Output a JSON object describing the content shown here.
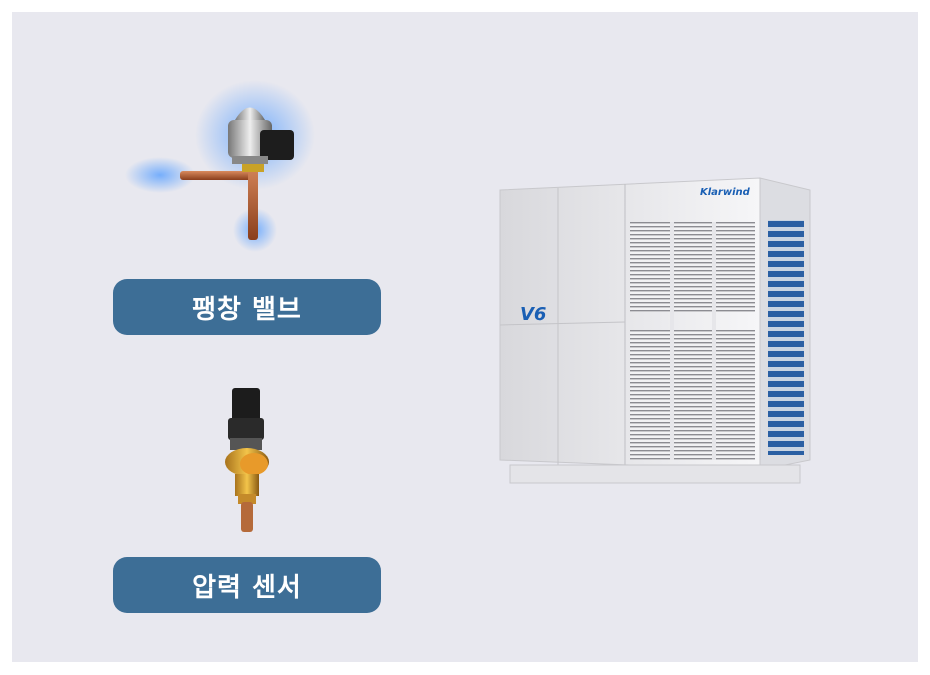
{
  "labels": {
    "expansion_valve": "팽창 밸브",
    "pressure_sensor": "압력 센서"
  },
  "unit": {
    "brand": "Klarwind",
    "model_badge": "V6"
  },
  "colors": {
    "panel_bg": "#e8e8ef",
    "pill_bg": "#3d6e96",
    "pill_text": "#ffffff",
    "accent_blue": "#1a5fb4"
  },
  "icons": [
    "expansion-valve-image",
    "pressure-sensor-image",
    "outdoor-hvac-unit-image"
  ]
}
